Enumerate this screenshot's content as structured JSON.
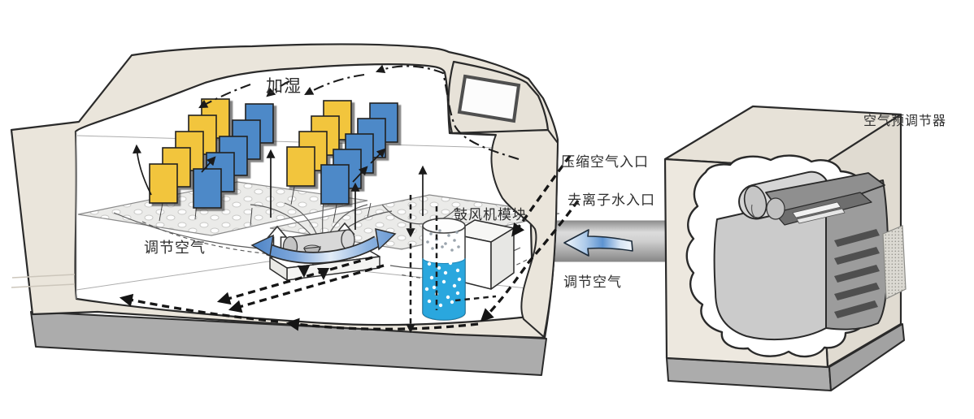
{
  "figure": {
    "labels": {
      "humidification": "加湿",
      "compressed_air_inlet": "压缩空气入口",
      "deionized_water_inlet": "去离子水入口",
      "blower_module": "鼓风机模块",
      "conditioned_air_chamber": "调节空气",
      "conditioned_air_duct": "调节空气",
      "air_preconditioner": "空气预调节器"
    },
    "colors": {
      "enclosure_beige": "#EAE5DB",
      "plinth_gray": "#ACACAC",
      "sample_panel_yellow": "#F2C53D",
      "sample_panel_blue": "#4E89C8",
      "water_blue": "#2AA7DE",
      "airflow_blue": "#5D93D1",
      "machine_gray": "#C9C9C9",
      "outline": "#2A2A2A"
    }
  }
}
